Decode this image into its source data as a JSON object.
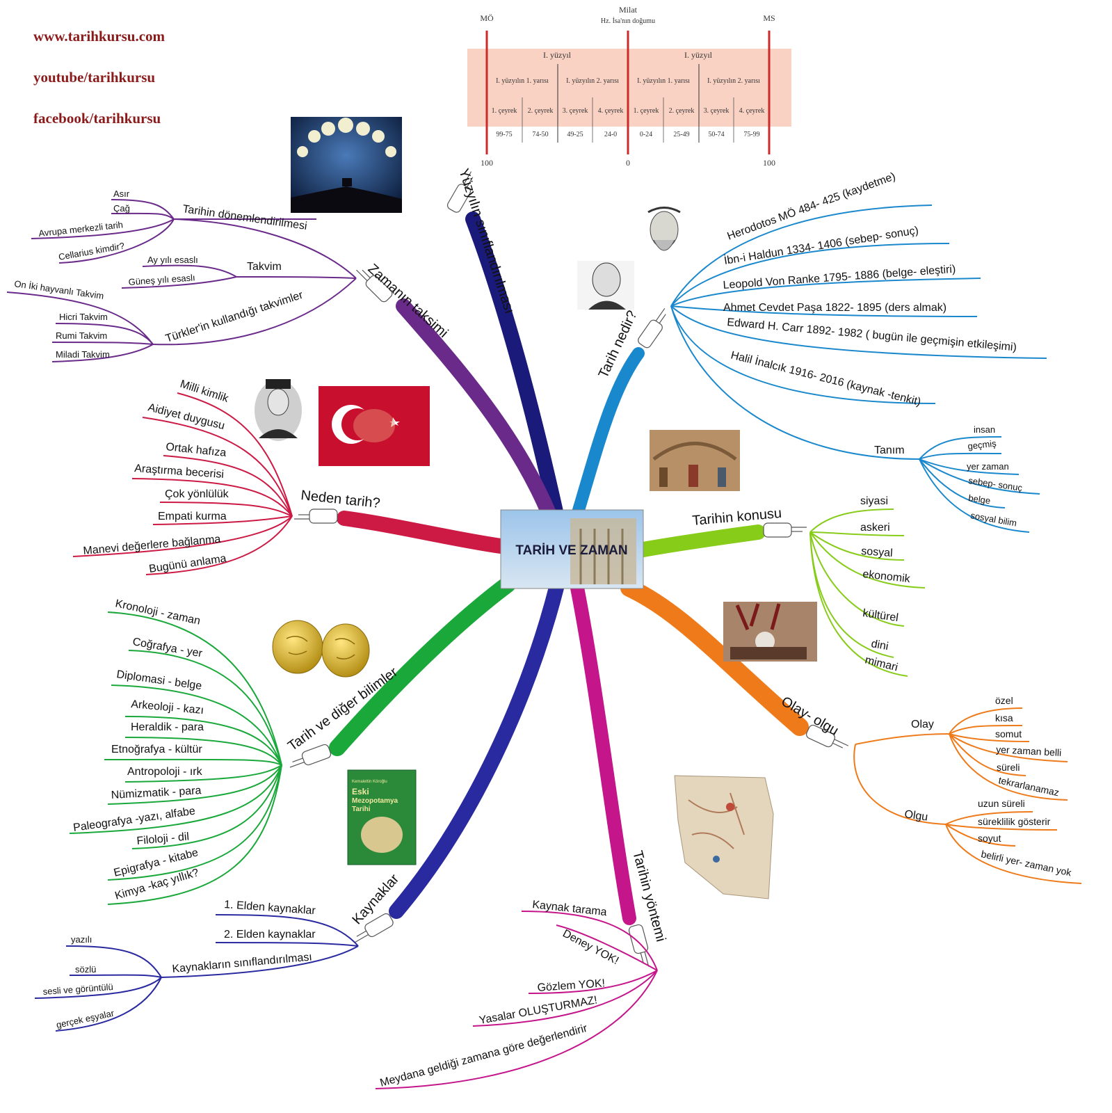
{
  "links": [
    "www.tarihkursu.com",
    "youtube/tarihkursu",
    "facebook/tarihkursu"
  ],
  "center": "TARİH VE ZAMAN",
  "timeline": {
    "left": "MÖ",
    "right": "MS",
    "milat": "Milat",
    "milat_sub": "Hz. İsa'nın doğumu",
    "century": [
      "I. yüzyıl",
      "I. yüzyıl"
    ],
    "halves": [
      "I. yüzyılın 1. yarısı",
      "I. yüzyılın 2. yarısı",
      "I. yüzyılın 1. yarısı",
      "I. yüzyılın 2. yarısı"
    ],
    "quarters": [
      "1. çeyrek",
      "2. çeyrek",
      "3. çeyrek",
      "4. çeyrek",
      "1. çeyrek",
      "2. çeyrek",
      "3. çeyrek",
      "4. çeyrek"
    ],
    "ranges": [
      "99-75",
      "74-50",
      "49-25",
      "24-0",
      "0-24",
      "25-49",
      "50-74",
      "75-99"
    ],
    "ticks": [
      "100",
      "0",
      "100"
    ]
  },
  "branches": {
    "yuzyil": "Yüzyılın sınıflandırılması",
    "zaman": "Zamanın taksimi",
    "nedir": "Tarih nedir?",
    "neden": "Neden tarih?",
    "konusu": "Tarihin konusu",
    "diger": "Tarih ve diğer bilimler",
    "olay": "Olay- olgu",
    "kaynaklar": "Kaynaklar",
    "yontem": "Tarihin yöntemi"
  },
  "zaman": {
    "donem": {
      "label": "Tarihin dönemlendirilmesi",
      "items": [
        "Asır",
        "Çağ",
        "Avrupa merkezli tarih",
        "Cellarius kimdir?"
      ]
    },
    "takvim": {
      "label": "Takvim",
      "items": [
        "Ay yılı esaslı",
        "Güneş yılı esaslı"
      ]
    },
    "turk": {
      "label": "Türkler'in kullandığı takvimler",
      "items": [
        "On İki hayvanlı Takvim",
        "Hicri Takvim",
        "Rumi Takvim",
        "Miladi Takvim"
      ]
    }
  },
  "nedir": {
    "items": [
      "Herodotos MÖ 484- 425 (kaydetme)",
      "İbn-i Haldun 1334- 1406 (sebep- sonuç)",
      "Leopold Von Ranke 1795- 1886 (belge- eleştiri)",
      "Ahmet Cevdet Paşa 1822- 1895 (ders almak)",
      "Edward H. Carr 1892- 1982 ( bugün ile geçmişin etkileşimi)",
      "Halil İnalcık 1916- 2016 (kaynak -tenkit)"
    ],
    "tanim": {
      "label": "Tanım",
      "items": [
        "insan",
        "geçmiş",
        "yer zaman",
        "sebep- sonuç",
        "belge",
        "sosyal bilim"
      ]
    }
  },
  "neden": [
    "Milli kimlik",
    "Aidiyet duygusu",
    "Ortak hafıza",
    "Araştırma becerisi",
    "Çok yönlülük",
    "Empati kurma",
    "Manevi değerlere bağlanma",
    "Bugünü anlama"
  ],
  "konusu": [
    "siyasi",
    "askeri",
    "sosyal",
    "ekonomik",
    "kültürel",
    "dini",
    "mimari"
  ],
  "diger": [
    "Kronoloji - zaman",
    "Coğrafya - yer",
    "Diplomasi - belge",
    "Arkeoloji - kazı",
    "Heraldik - para",
    "Etnoğrafya - kültür",
    "Antropoloji - ırk",
    "Nümizmatik - para",
    "Paleografya -yazı, alfabe",
    "Filoloji - dil",
    "Epigrafya - kitabe",
    "Kimya -kaç yıllık?"
  ],
  "olay": {
    "olay": {
      "label": "Olay",
      "items": [
        "özel",
        "kısa",
        "somut",
        "yer zaman belli",
        "süreli",
        "tekrarlanamaz"
      ]
    },
    "olgu": {
      "label": "Olgu",
      "items": [
        "uzun süreli",
        "süreklilik gösterir",
        "soyut",
        "belirli yer- zaman yok"
      ]
    }
  },
  "kaynaklar": {
    "items": [
      "1. Elden kaynaklar",
      "2. Elden kaynaklar"
    ],
    "sinif": {
      "label": "Kaynakların sınıflandırılması",
      "items": [
        "yazılı",
        "sözlü",
        "sesli ve görüntülü",
        "gerçek eşyalar"
      ]
    }
  },
  "yontem": [
    "Kaynak tarama",
    "Deney YOK!",
    "Gözlem YOK!",
    "Yasalar OLUŞTURMAZ!",
    "Meydana geldiği zamana göre değerlendirir"
  ],
  "book": {
    "author": "Kemalettin Köroğlu",
    "title": [
      "Eski",
      "Mezopotamya",
      "Tarihi"
    ]
  },
  "colors": {
    "navy": "#1a1a7a",
    "purple": "#6a2a8a",
    "blue": "#1a88cc",
    "red": "#cc1a44",
    "green": "#1aa83a",
    "lime": "#88cc1a",
    "orange": "#ee7a1a",
    "indigo": "#2a2aa0",
    "magenta": "#c4158a",
    "link": "#8b1a1a"
  }
}
